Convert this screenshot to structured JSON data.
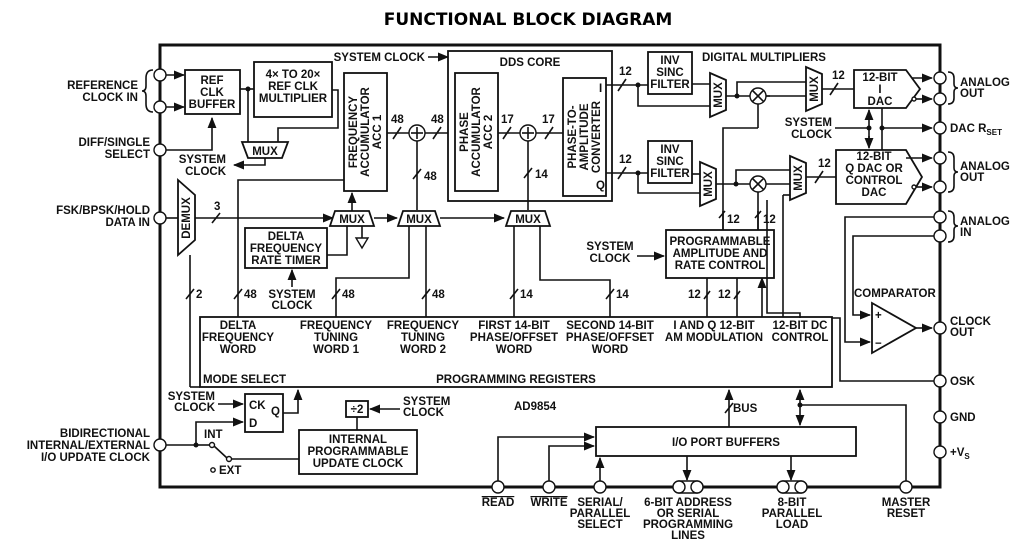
{
  "title": "FUNCTIONAL BLOCK DIAGRAM",
  "chip_name": "AD9854",
  "blocks": {
    "ref_clk_buffer": [
      "REF",
      "CLK",
      "BUFFER"
    ],
    "ref_clk_multiplier": [
      "4× TO 20×",
      "REF CLK",
      "MULTIPLIER"
    ],
    "frequency_accumulator": [
      "FREQUENCY",
      "ACCUMULATOR",
      "ACC 1"
    ],
    "dds_core": "DDS CORE",
    "phase_accumulator": [
      "PHASE",
      "ACCUMULATOR",
      "ACC 2"
    ],
    "phase_to_amplitude": [
      "PHASE-TO-",
      "AMPLITUDE",
      "CONVERTER"
    ],
    "inv_sinc_filter": [
      "INV",
      "SINC",
      "FILTER"
    ],
    "digital_multipliers": "DIGITAL MULTIPLIERS",
    "i_dac": [
      "12-BIT",
      "I",
      "DAC"
    ],
    "q_dac": [
      "12-BIT",
      "Q DAC OR",
      "CONTROL",
      "DAC"
    ],
    "delta_frequency_rate_timer": [
      "DELTA",
      "FREQUENCY",
      "RATE TIMER"
    ],
    "programmable_amplitude": [
      "PROGRAMMABLE",
      "AMPLITUDE AND",
      "RATE CONTROL"
    ],
    "comparator": "COMPARATOR",
    "demux": "DEMUX",
    "mux": "MUX",
    "divide_by_2": "÷2",
    "internal_update_clock": [
      "INTERNAL",
      "PROGRAMMABLE",
      "UPDATE CLOCK"
    ],
    "io_port_buffers": "I/O PORT BUFFERS",
    "flipflop_ck": "CK",
    "flipflop_d": "D",
    "flipflop_q": "Q",
    "converter_i": "I",
    "converter_q": "Q"
  },
  "registers": {
    "label": "PROGRAMMING REGISTERS",
    "mode_select": "MODE SELECT",
    "fields": [
      [
        "DELTA",
        "FREQUENCY",
        "WORD"
      ],
      [
        "FREQUENCY",
        "TUNING",
        "WORD 1"
      ],
      [
        "FREQUENCY",
        "TUNING",
        "WORD 2"
      ],
      [
        "FIRST 14-BIT",
        "PHASE/OFFSET",
        "WORD"
      ],
      [
        "SECOND 14-BIT",
        "PHASE/OFFSET",
        "WORD"
      ],
      [
        "I AND Q 12-BIT",
        "AM MODULATION"
      ],
      [
        "12-BIT DC",
        "CONTROL"
      ]
    ]
  },
  "pins_left": {
    "reference_clock_in": [
      "REFERENCE",
      "CLOCK IN"
    ],
    "diff_single_select": [
      "DIFF/SINGLE",
      "SELECT"
    ],
    "fsk_data_in": [
      "FSK/BPSK/HOLD",
      "DATA IN"
    ],
    "io_update_clock": [
      "BIDIRECTIONAL",
      "INTERNAL/EXTERNAL",
      "I/O UPDATE CLOCK"
    ]
  },
  "pins_right": {
    "analog_out_1": [
      "ANALOG",
      "OUT"
    ],
    "dac_rset": "DAC R",
    "dac_rset_sub": "SET",
    "analog_out_2": [
      "ANALOG",
      "OUT"
    ],
    "analog_in": [
      "ANALOG",
      "IN"
    ],
    "clock_out": [
      "CLOCK",
      "OUT"
    ],
    "osk": "OSK",
    "gnd": "GND",
    "vs": "+V",
    "vs_sub": "S"
  },
  "pins_bottom": {
    "read": "READ",
    "write": "WRITE",
    "serial_parallel": [
      "SERIAL/",
      "PARALLEL",
      "SELECT"
    ],
    "address_lines": [
      "6-BIT ADDRESS",
      "OR SERIAL",
      "PROGRAMMING",
      "LINES"
    ],
    "parallel_load": [
      "8-BIT",
      "PARALLEL",
      "LOAD"
    ],
    "master_reset": [
      "MASTER",
      "RESET"
    ]
  },
  "signals": {
    "system_clock": [
      "SYSTEM",
      "CLOCK"
    ],
    "system_clock_inline": "SYSTEM CLOCK",
    "bus": "BUS",
    "int": "INT",
    "ext": "EXT"
  },
  "bus_widths": {
    "w48": "48",
    "w17": "17",
    "w14": "14",
    "w12": "12",
    "w3": "3",
    "w2": "2"
  }
}
